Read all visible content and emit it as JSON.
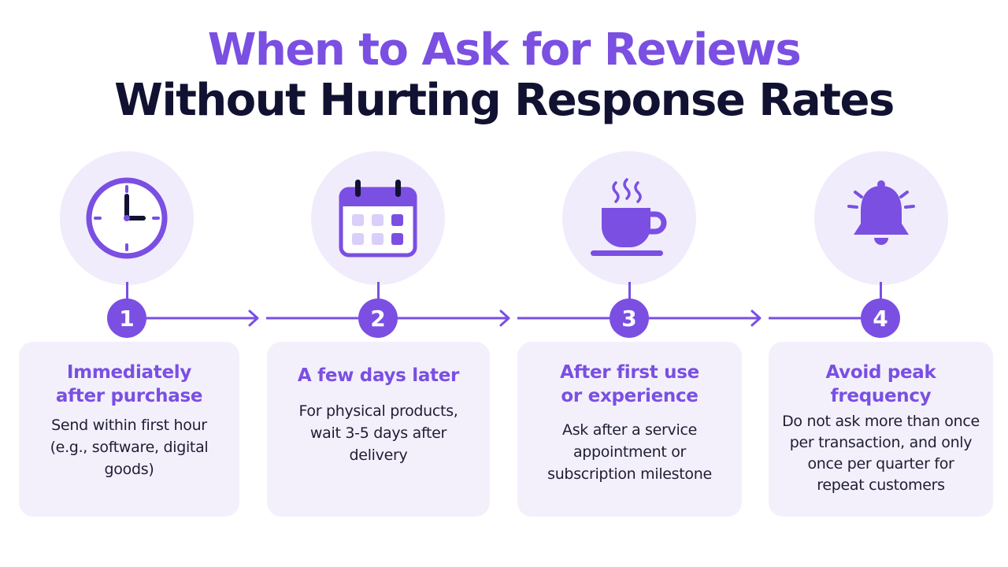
{
  "colors": {
    "accent": "#7a4fe2",
    "dark": "#111132",
    "light_fill": "#d9cffa"
  },
  "title": {
    "line1": "When to Ask for Reviews",
    "line2": "Without Hurting Response Rates"
  },
  "steps": [
    {
      "number": "1",
      "icon": "clock-icon",
      "title_lines": [
        "Immediately",
        "after purchase"
      ],
      "text_lines": [
        "Send within first hour",
        "(e.g., software, digital goods)"
      ]
    },
    {
      "number": "2",
      "icon": "calendar-icon",
      "title_lines": [
        "A few days later"
      ],
      "text_lines": [
        "For physical products,",
        "wait 3-5 days after",
        "delivery"
      ]
    },
    {
      "number": "3",
      "icon": "coffee-cup-icon",
      "title_lines": [
        "After first use",
        "or experience"
      ],
      "text_lines": [
        "Ask after a service",
        "appointment or",
        "subscription milestone"
      ]
    },
    {
      "number": "4",
      "icon": "bell-icon",
      "title_lines": [
        "Avoid peak",
        "frequency"
      ],
      "text_lines": [
        "Do not ask more than once",
        "per transaction, and only",
        "once per quarter for",
        "repeat customers"
      ]
    }
  ]
}
